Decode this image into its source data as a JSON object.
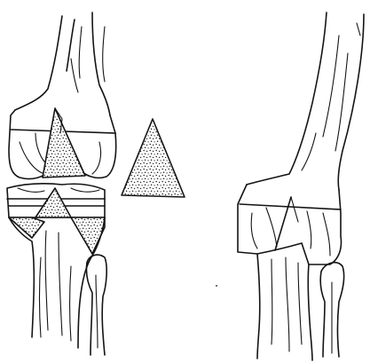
{
  "figure": {
    "panels": [
      {
        "id": "left-limb",
        "label": ""
      },
      {
        "id": "wedge",
        "label": ""
      },
      {
        "id": "right-limb",
        "label": ""
      }
    ],
    "colors": {
      "ink": "#141414",
      "paper": "#ffffff",
      "stipple": "#1a1a1a"
    }
  }
}
